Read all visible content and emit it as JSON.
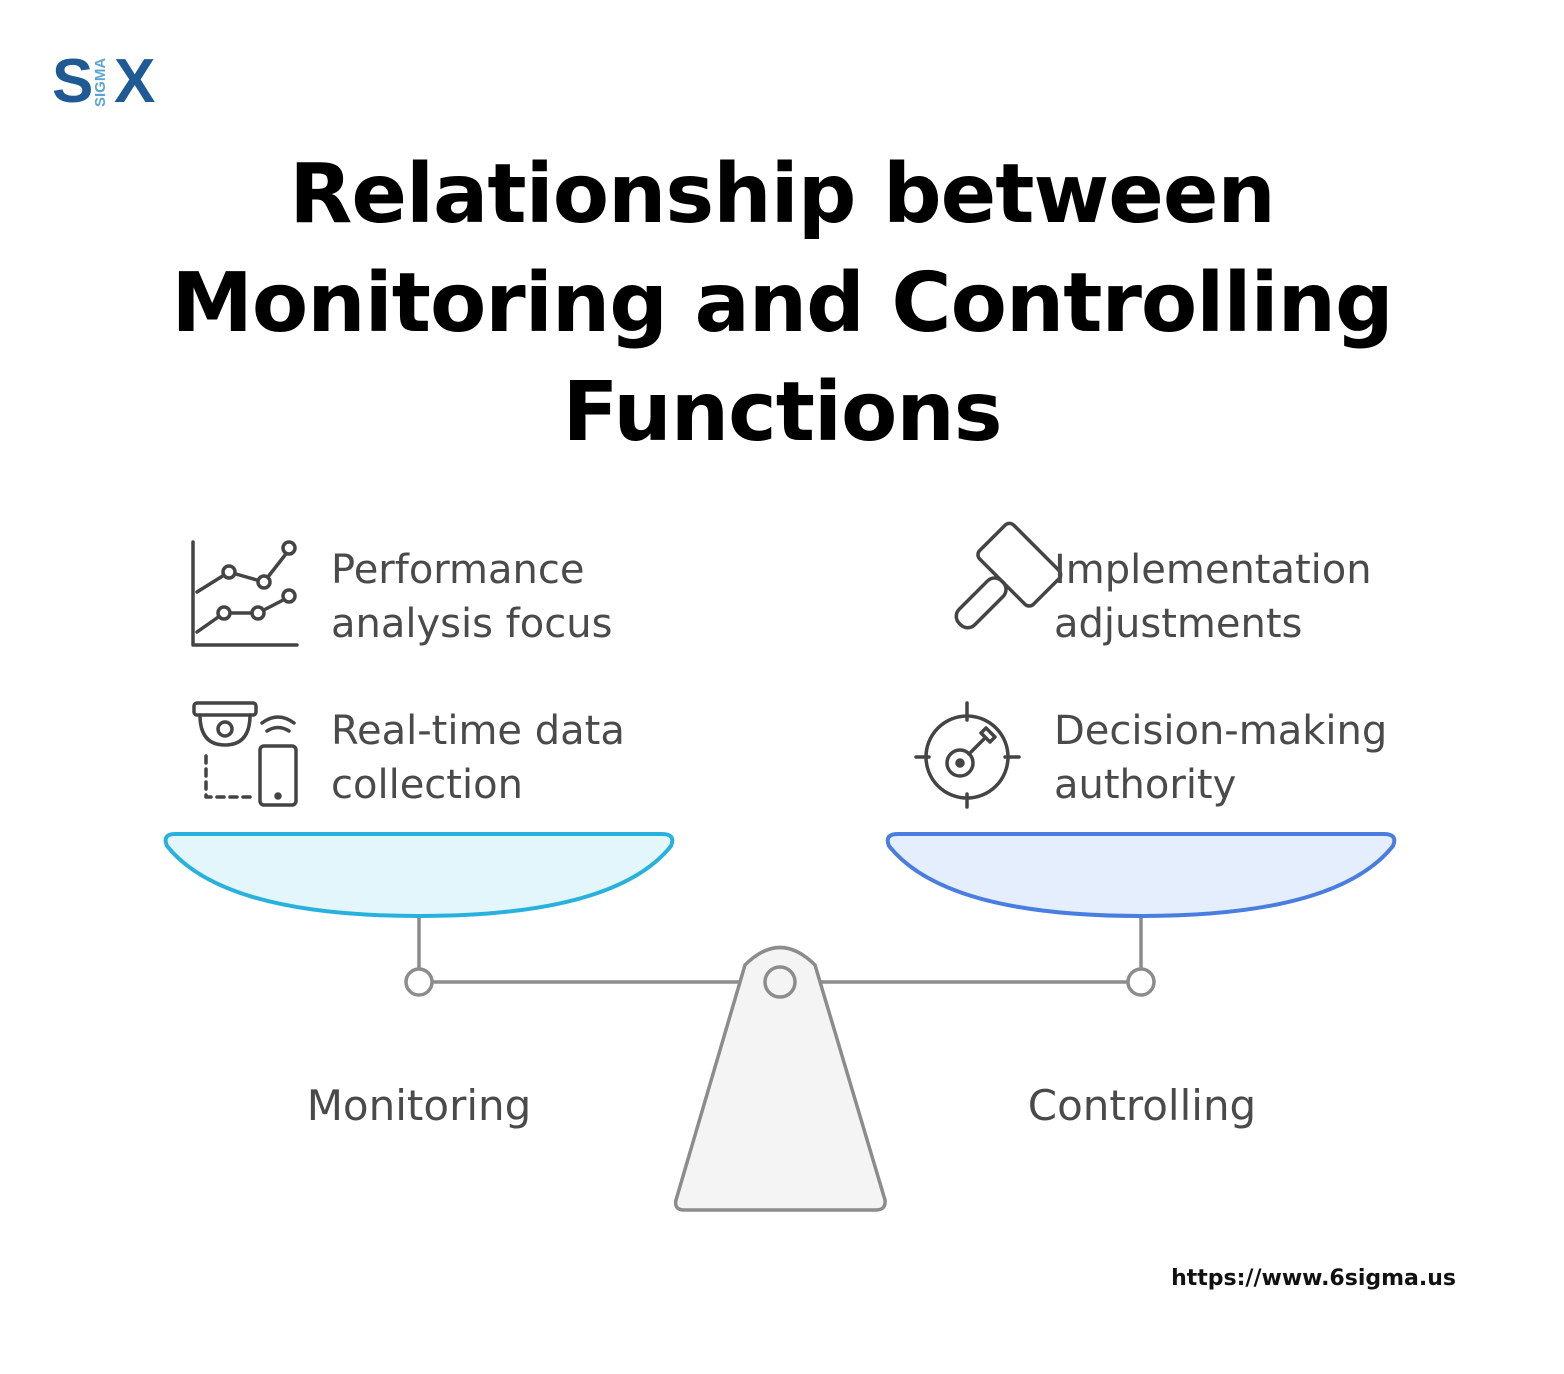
{
  "logo": {
    "letter_s": "S",
    "letter_x": "X",
    "sigma_word": "SIGMA",
    "primary_color": "#1f5a94",
    "secondary_color": "#5ba4d6"
  },
  "title": {
    "line1": "Relationship between",
    "line2": "Monitoring and Controlling",
    "line3": "Functions"
  },
  "monitoring": {
    "label": "Monitoring",
    "pan_color": "#29b1de",
    "pan_fill": "#e3f6fc",
    "items": [
      {
        "icon": "line-chart-icon",
        "line1": "Performance",
        "line2": "analysis focus"
      },
      {
        "icon": "camera-phone-icon",
        "line1": "Real-time data",
        "line2": "collection"
      }
    ]
  },
  "controlling": {
    "label": "Controlling",
    "pan_color": "#4a7de0",
    "pan_fill": "#e4eefc",
    "items": [
      {
        "icon": "hammer-icon",
        "line1": "Implementation",
        "line2": "adjustments"
      },
      {
        "icon": "target-key-icon",
        "line1": "Decision-making",
        "line2": "authority"
      }
    ]
  },
  "footer": {
    "url": "https://www.6sigma.us"
  }
}
